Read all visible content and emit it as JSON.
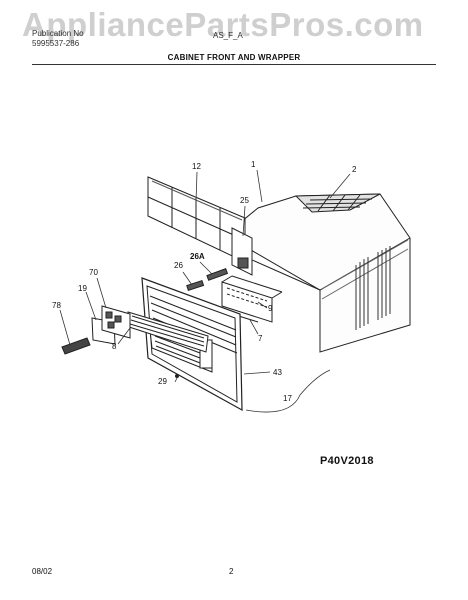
{
  "watermark": "AppliancePartsPros.com",
  "header": {
    "left_top": "Publication No",
    "left_number": "5995537-286",
    "model": "AS_F_A"
  },
  "title": "CABINET FRONT AND WRAPPER",
  "part_labels": {
    "p1": "1",
    "p2": "2",
    "p12": "12",
    "p25": "25",
    "p26": "26",
    "p26a": "26A",
    "p70": "70",
    "p19": "19",
    "p78": "78",
    "p9": "9",
    "p7": "7",
    "p8": "8",
    "p29": "29",
    "p43": "43",
    "p17": "17"
  },
  "diagram_code": "P40V2018",
  "footer": {
    "date": "08/02",
    "page": "2"
  }
}
